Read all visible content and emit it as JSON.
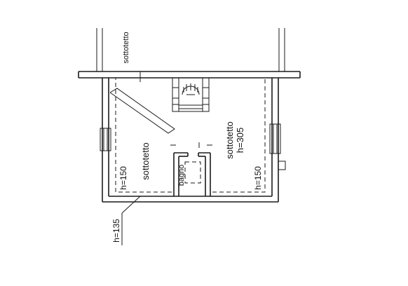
{
  "plan": {
    "labels": {
      "sottotetto_top": "sottotetto",
      "sottotetto_left": "sottotetto",
      "sottotetto_right": "sottotetto",
      "h305": "h=305",
      "h150_left": "h=150",
      "h150_right": "h=150",
      "bagno": "bagno",
      "h135": "h=135"
    }
  }
}
